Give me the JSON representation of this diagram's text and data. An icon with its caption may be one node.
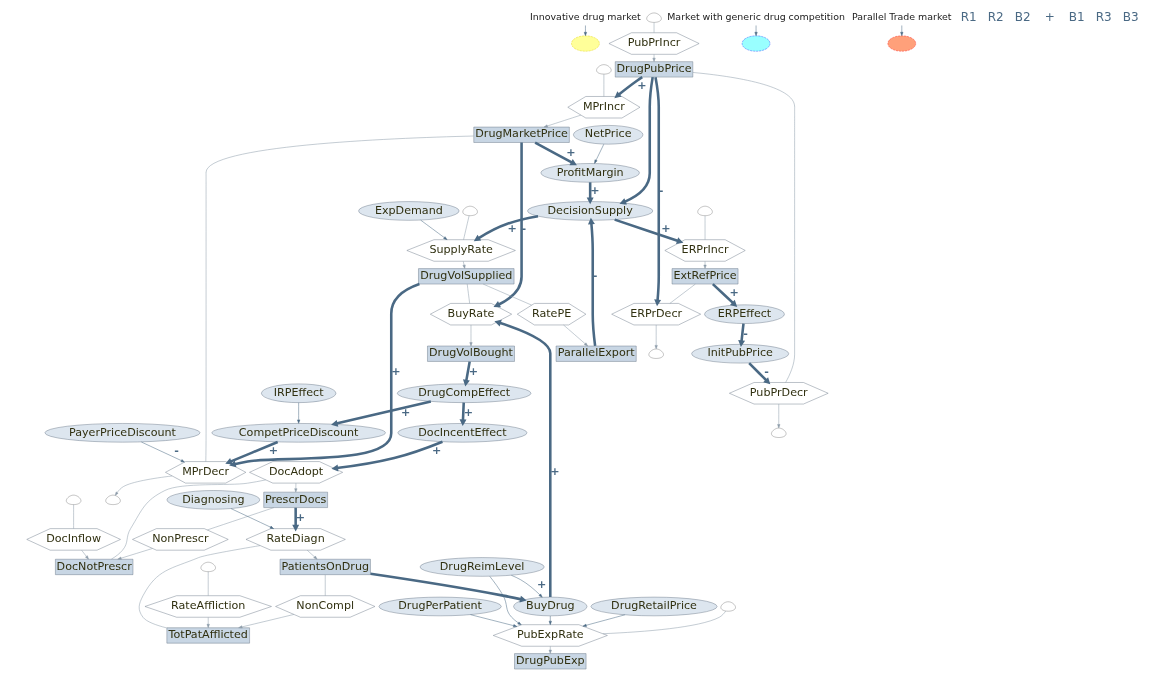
{
  "diagram": {
    "nodes": [
      {
        "text": [
          "Innovative drug market"
        ]
      },
      {
        "text": [],
        "shape": "blob"
      },
      {
        "text": [
          "ERPEffect"
        ]
      },
      {
        "text": [
          "Market with generic drug competition"
        ]
      },
      {
        "text": [],
        "shape": "blob"
      },
      {
        "text": [
          "IRPEffect"
        ]
      },
      {
        "text": [
          "InitPubPrice"
        ]
      },
      {
        "text": [
          "ERPrIncr"
        ]
      },
      {
        "text": [
          "ERPrDecr"
        ]
      },
      {
        "text": [],
        "shape": "cloud"
      },
      {
        "text": [
          "ExtRefPrice"
        ]
      },
      {
        "text": [],
        "shape": "cloud"
      },
      {
        "text": [
          "PayerPriceDiscount"
        ]
      },
      {
        "text": [
          "CompetPriceDiscount"
        ]
      },
      {
        "text": [
          "DrugPubPrice"
        ]
      },
      {
        "text": [],
        "shape": "cloud"
      },
      {
        "text": [
          "PubPrIncr"
        ]
      },
      {
        "text": [
          "PubPrDecr"
        ]
      },
      {
        "text": [],
        "shape": "cloud"
      },
      {
        "text": [
          "DrugCompEffect"
        ]
      },
      {
        "text": [
          "DocIncentEffect"
        ]
      },
      {
        "text": [
          "DrugMarketPrice"
        ]
      },
      {
        "text": [
          "NetPrice"
        ]
      },
      {
        "text": [],
        "shape": "cloud"
      },
      {
        "text": [
          "MPrIncr"
        ]
      },
      {
        "text": [
          "MPrDecr"
        ]
      },
      {
        "text": [],
        "shape": "cloud"
      },
      {
        "text": [
          "NonPrescr"
        ]
      },
      {
        "text": [
          "ProfitMargin"
        ]
      },
      {
        "text": [
          "DecisionSupply"
        ]
      },
      {
        "text": [
          "DocNotPrescr"
        ]
      },
      {
        "text": [
          "PrescrDocs"
        ]
      },
      {
        "text": [
          "DocAdopt"
        ]
      },
      {
        "text": [
          "DocInflow"
        ]
      },
      {
        "text": [],
        "shape": "cloud"
      },
      {
        "text": [
          "ExpDemand"
        ]
      },
      {
        "text": [
          "DrugVolSupplied"
        ]
      },
      {
        "text": [
          "Diagnosing"
        ]
      },
      {
        "text": [],
        "shape": "cloud"
      },
      {
        "text": [
          "SupplyRate"
        ]
      },
      {
        "text": [
          "DrugVolBought"
        ]
      },
      {
        "text": [
          "PatientsOnDrug"
        ]
      },
      {
        "text": [
          "TotPatAfflicted"
        ]
      },
      {
        "text": [
          "RateDiagn"
        ]
      },
      {
        "text": [
          "RateAffliction"
        ]
      },
      {
        "text": [],
        "shape": "cloud"
      },
      {
        "text": [
          "RatePE"
        ]
      },
      {
        "text": [
          "BuyRate"
        ]
      },
      {
        "text": [
          "Parallel Trade market"
        ]
      },
      {
        "text": [],
        "shape": "blob"
      },
      {
        "text": [
          "BuyDrug"
        ]
      },
      {
        "text": [
          "ParallelExport"
        ]
      },
      {
        "text": [
          "NonCompl"
        ]
      },
      {
        "text": [
          "DrugPerPatient"
        ]
      },
      {
        "text": [
          "DrugPubExp"
        ]
      },
      {
        "text": [
          "DrugReimLevel"
        ]
      },
      {
        "text": [
          "DrugRetailPrice"
        ]
      },
      {
        "text": [
          "PubExpRate"
        ]
      },
      {
        "text": [],
        "shape": "cloud"
      }
    ],
    "edges": [
      {
        "from": 9,
        "to": 7,
        "arrow": "none",
        "color": "#8c9aa8"
      },
      {
        "from": 7,
        "to": 10,
        "arrow": "to",
        "color": "#8c9aa8"
      },
      {
        "from": 10,
        "to": 8,
        "arrow": "none",
        "color": "#8c9aa8"
      },
      {
        "from": 8,
        "to": 11,
        "arrow": "to",
        "color": "#8c9aa8"
      },
      {
        "from": 15,
        "to": 16,
        "arrow": "none",
        "color": "#8c9aa8"
      },
      {
        "from": 16,
        "to": 14,
        "arrow": "to",
        "color": "#8c9aa8"
      },
      {
        "from": 14,
        "to": 17,
        "arrow": "none",
        "color": "#8c9aa8"
      },
      {
        "from": 17,
        "to": 18,
        "arrow": "to",
        "color": "#8c9aa8"
      },
      {
        "from": 23,
        "to": 24,
        "arrow": "none",
        "color": "#8c9aa8"
      },
      {
        "from": 24,
        "to": 21,
        "arrow": "to",
        "color": "#8c9aa8"
      },
      {
        "from": 21,
        "to": 25,
        "arrow": "none",
        "color": "#8c9aa8"
      },
      {
        "from": 25,
        "to": 26,
        "arrow": "to",
        "color": "#8c9aa8"
      },
      {
        "from": 38,
        "to": 39,
        "arrow": "none",
        "color": "#8c9aa8"
      },
      {
        "from": 39,
        "to": 36,
        "arrow": "to",
        "color": "#8c9aa8"
      },
      {
        "from": 36,
        "to": 47,
        "arrow": "none",
        "color": "#8c9aa8"
      },
      {
        "from": 47,
        "to": 40,
        "arrow": "to",
        "color": "#8c9aa8"
      },
      {
        "from": 36,
        "to": 46,
        "arrow": "none",
        "color": "#8c9aa8"
      },
      {
        "from": 46,
        "to": 51,
        "arrow": "to",
        "color": "#8c9aa8"
      },
      {
        "from": 34,
        "to": 33,
        "arrow": "none",
        "color": "#8c9aa8"
      },
      {
        "from": 33,
        "to": 30,
        "arrow": "to",
        "color": "#8c9aa8"
      },
      {
        "from": 30,
        "to": 32,
        "arrow": "none",
        "color": "#8c9aa8"
      },
      {
        "from": 32,
        "to": 31,
        "arrow": "to",
        "color": "#8c9aa8"
      },
      {
        "from": 31,
        "to": 27,
        "arrow": "none",
        "color": "#8c9aa8"
      },
      {
        "from": 27,
        "to": 30,
        "arrow": "to",
        "color": "#8c9aa8"
      },
      {
        "from": 45,
        "to": 44,
        "arrow": "none",
        "color": "#8c9aa8"
      },
      {
        "from": 44,
        "to": 42,
        "arrow": "to",
        "color": "#8c9aa8"
      },
      {
        "from": 42,
        "to": 43,
        "arrow": "none",
        "color": "#8c9aa8"
      },
      {
        "from": 43,
        "to": 41,
        "arrow": "to",
        "color": "#8c9aa8"
      },
      {
        "from": 41,
        "to": 52,
        "arrow": "none",
        "color": "#8c9aa8"
      },
      {
        "from": 52,
        "to": 42,
        "arrow": "to",
        "color": "#8c9aa8"
      },
      {
        "from": 58,
        "to": 57,
        "arrow": "none",
        "color": "#8c9aa8"
      },
      {
        "from": 57,
        "to": 54,
        "arrow": "to",
        "color": "#8c9aa8"
      },
      {
        "from": 10,
        "to": 2,
        "arrow": "to",
        "style": "thick",
        "label": "+"
      },
      {
        "from": 2,
        "to": 6,
        "arrow": "to",
        "style": "thick",
        "label": "-"
      },
      {
        "from": 6,
        "to": 17,
        "arrow": "to",
        "style": "thick",
        "label": "-"
      },
      {
        "from": 14,
        "to": 8,
        "arrow": "to",
        "style": "thick",
        "label": "-"
      },
      {
        "from": 29,
        "to": 7,
        "arrow": "to",
        "style": "thick",
        "label": "+"
      },
      {
        "from": 14,
        "to": 29,
        "arrow": "to",
        "style": "thick"
      },
      {
        "from": 14,
        "to": 24,
        "arrow": "to",
        "style": "thick",
        "label": "+"
      },
      {
        "from": 28,
        "to": 29,
        "arrow": "to",
        "style": "thick",
        "label": "+"
      },
      {
        "from": 21,
        "to": 28,
        "arrow": "to",
        "style": "thick",
        "label": "+"
      },
      {
        "from": 29,
        "to": 39,
        "arrow": "to",
        "style": "thick",
        "label": "+"
      },
      {
        "from": 51,
        "to": 29,
        "arrow": "to",
        "style": "thick",
        "label": "-"
      },
      {
        "from": 36,
        "to": 25,
        "arrow": "to",
        "style": "thick",
        "label": "+"
      },
      {
        "from": 21,
        "to": 47,
        "arrow": "to",
        "style": "thick",
        "label": "-"
      },
      {
        "from": 50,
        "to": 47,
        "arrow": "to",
        "style": "thick",
        "label": "+"
      },
      {
        "from": 40,
        "to": 19,
        "arrow": "to",
        "style": "thick",
        "label": "+"
      },
      {
        "from": 19,
        "to": 13,
        "arrow": "to",
        "style": "thick",
        "label": "+"
      },
      {
        "from": 13,
        "to": 25,
        "arrow": "to",
        "style": "thick",
        "label": "+"
      },
      {
        "from": 19,
        "to": 20,
        "arrow": "to",
        "style": "thick",
        "label": "+"
      },
      {
        "from": 20,
        "to": 32,
        "arrow": "to",
        "style": "thick",
        "label": "+"
      },
      {
        "from": 31,
        "to": 43,
        "arrow": "to",
        "style": "thick",
        "label": "+"
      },
      {
        "from": 41,
        "to": 50,
        "arrow": "to",
        "style": "thick"
      },
      {
        "from": 22,
        "to": 28,
        "arrow": "to"
      },
      {
        "from": 35,
        "to": 39,
        "arrow": "to"
      },
      {
        "from": 12,
        "to": 25,
        "arrow": "to",
        "label": "-"
      },
      {
        "from": 5,
        "to": 13,
        "arrow": "to"
      },
      {
        "from": 37,
        "to": 43,
        "arrow": "to"
      },
      {
        "from": 55,
        "to": 50,
        "arrow": "to",
        "label": "+"
      },
      {
        "from": 50,
        "to": 57,
        "arrow": "to"
      },
      {
        "from": 55,
        "to": 57,
        "arrow": "to"
      },
      {
        "from": 53,
        "to": 57,
        "arrow": "to"
      },
      {
        "from": 56,
        "to": 57,
        "arrow": "to"
      },
      {
        "from": 0,
        "to": 1,
        "arrow": "to"
      },
      {
        "from": 3,
        "to": 4,
        "arrow": "to"
      },
      {
        "from": 48,
        "to": 49,
        "arrow": "to"
      }
    ],
    "labels": [
      "R1",
      "R2",
      "B2",
      "+",
      "B1",
      "R3",
      "B3"
    ]
  }
}
